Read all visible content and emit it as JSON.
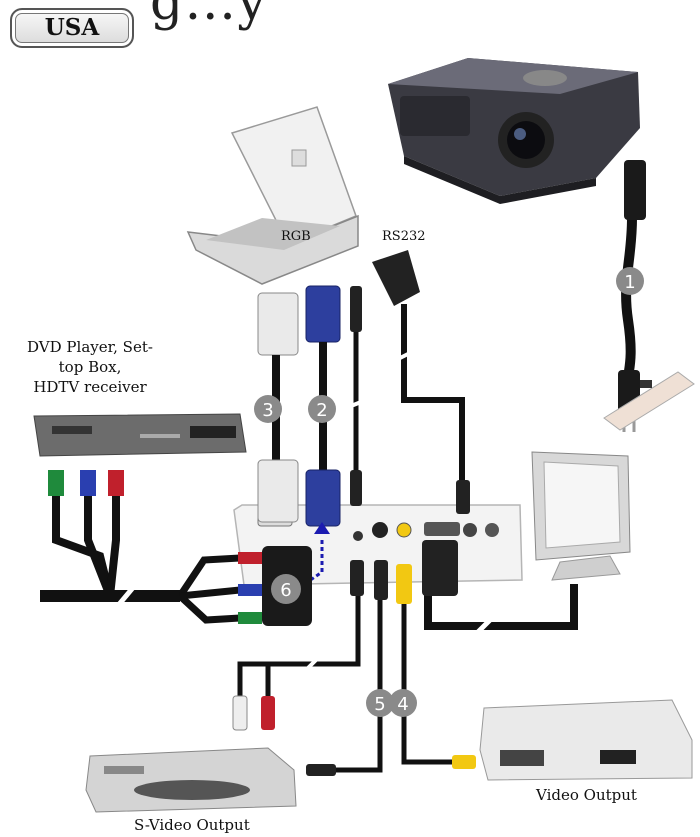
{
  "header": {
    "region_badge": "USA",
    "title_fragment": "g…y"
  },
  "labels": {
    "rgb": "RGB",
    "rs232": "RS232",
    "dvd_player": "DVD Player, Set-top Box, HDTV receiver",
    "dvd_lines": [
      "DVD Player, Set-",
      "top Box,",
      "HDTV receiver"
    ],
    "svideo_output": "S-Video Output",
    "video_output": "Video Output"
  },
  "markers": [
    "1",
    "2",
    "3",
    "4",
    "5",
    "6"
  ],
  "colors": {
    "marker": "#8a8a8a",
    "cable": "#111111",
    "vga_blue": "#2d3f9e",
    "component_green": "#1f8a3c",
    "component_blue": "#2a3fb0",
    "component_red": "#c0202c",
    "video_yellow": "#f2c812",
    "audio_white": "#eeeeee",
    "audio_red": "#c0202c",
    "dashed_arrow": "#1b1bb0"
  }
}
